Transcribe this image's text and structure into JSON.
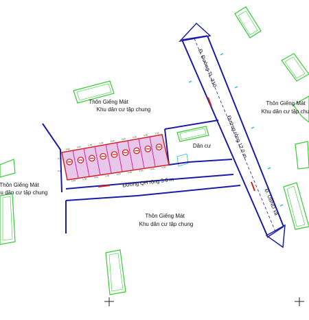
{
  "areas": {
    "north": {
      "name": "Thôn Giếng Mát",
      "desc": "Khu dân cư tập chung"
    },
    "east": {
      "name": "Thôn Giếng Mát",
      "desc": "Khu dân cư tập chung"
    },
    "west": {
      "name": "Thôn Giếng Mát",
      "desc": "Khu dân cư tập chung"
    },
    "south": {
      "name": "Thôn Giếng Mát",
      "desc": "Khu dân cư tập chung"
    }
  },
  "residential_label": "Dân cư",
  "roads": {
    "main_road_name": "Đ. Đường TL-310",
    "main_road_width": "Đường rộng 12.0 m",
    "main_road_end": "Đ. UBND xã",
    "planned_road": "Đường QH rộng 5.0 m"
  },
  "colors": {
    "road_outline": "#1a1aa8",
    "lot_fill": "#e8c8ea",
    "lot_outline": "#e0209a",
    "plot_boundary": "#d62020",
    "building_outline": "#33cc33",
    "water": "#22bbdd"
  },
  "lots": {
    "count": 9,
    "dimension_labels": [
      "5.00",
      "5.00",
      "5.00",
      "5.00",
      "5.00",
      "5.00",
      "5.00",
      "5.00",
      "5.00"
    ],
    "depth_labels": [
      "6.70",
      "6.20"
    ]
  }
}
